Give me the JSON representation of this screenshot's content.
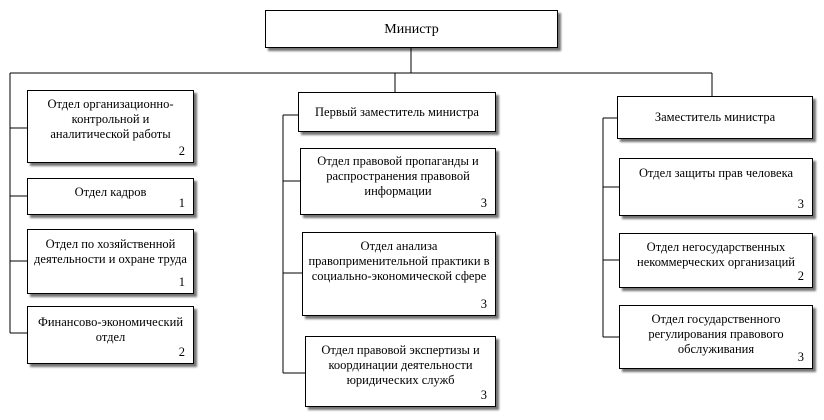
{
  "minister": "Министр",
  "left_column": [
    {
      "label": "Отдел организационно-контрольной и аналитической работы",
      "count": "2"
    },
    {
      "label": "Отдел кадров",
      "count": "1"
    },
    {
      "label": "Отдел по хозяйственной деятельности и охране труда",
      "count": "1"
    },
    {
      "label": "Финансово-экономический отдел",
      "count": "2"
    }
  ],
  "center_column": {
    "head": "Первый заместитель министра",
    "items": [
      {
        "label": "Отдел правовой пропаганды и распространения правовой информации",
        "count": "3"
      },
      {
        "label": "Отдел анализа правоприменительной практики в социально-экономической сфере",
        "count": "3"
      },
      {
        "label": "Отдел правовой экспертизы и координации деятельности юридических служб",
        "count": "3"
      }
    ]
  },
  "right_column": {
    "head": "Заместитель министра",
    "items": [
      {
        "label": "Отдел защиты прав человека",
        "count": "3"
      },
      {
        "label": "Отдел негосударственных некоммерческих организаций",
        "count": "2"
      },
      {
        "label": "Отдел государственного регулирования правового обслуживания",
        "count": "3"
      }
    ]
  }
}
